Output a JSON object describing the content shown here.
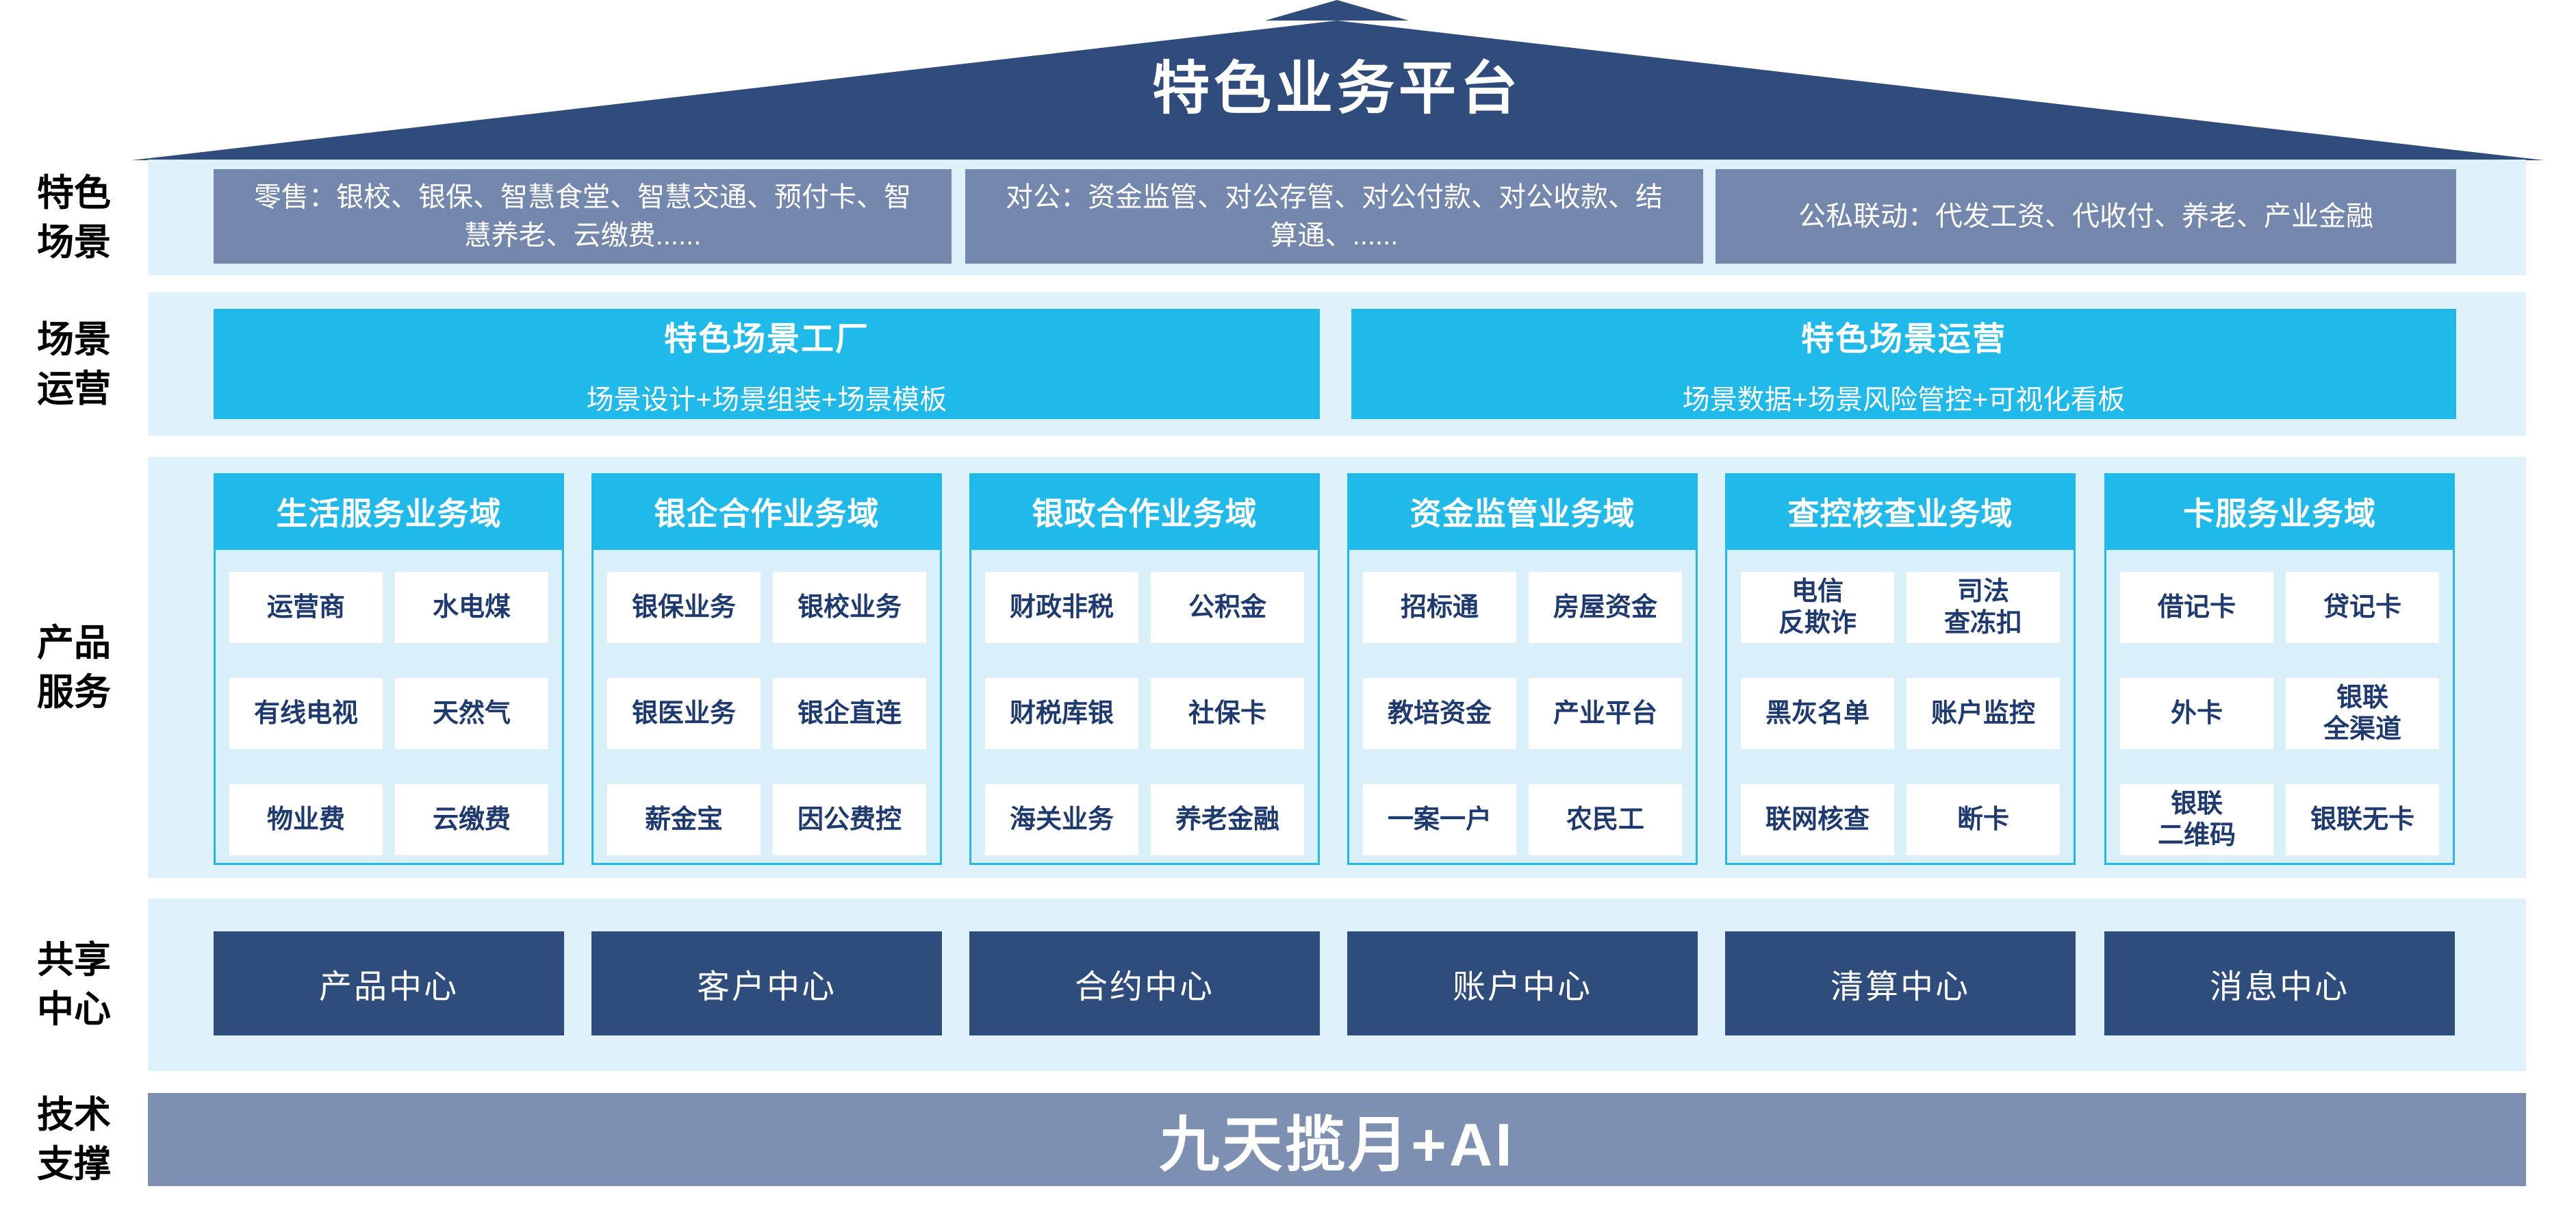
{
  "title": "特色业务平台",
  "side_labels": {
    "scenes": "特色\n场景",
    "operations": "场景\n运营",
    "products": "产品\n服务",
    "shared": "共享\n中心",
    "tech": "技术\n支撑"
  },
  "scene_row": {
    "items": [
      "零售：银校、银保、智慧食堂、智慧交通、预付卡、智慧养老、云缴费......",
      "对公：资金监管、对公存管、对公付款、对公收款、结算通、......",
      "公私联动：代发工资、代收付、养老、产业金融"
    ]
  },
  "operation_row": {
    "factory": {
      "title": "特色场景工厂",
      "subtitle": "场景设计+场景组装+场景模板"
    },
    "operation": {
      "title": "特色场景运营",
      "subtitle": "场景数据+场景风险管控+可视化看板"
    }
  },
  "product_row": {
    "columns": [
      {
        "header": "生活服务业务域",
        "cells": [
          "运营商",
          "水电煤",
          "有线电视",
          "天然气",
          "物业费",
          "云缴费"
        ]
      },
      {
        "header": "银企合作业务域",
        "cells": [
          "银保业务",
          "银校业务",
          "银医业务",
          "银企直连",
          "薪金宝",
          "因公费控"
        ]
      },
      {
        "header": "银政合作业务域",
        "cells": [
          "财政非税",
          "公积金",
          "财税库银",
          "社保卡",
          "海关业务",
          "养老金融"
        ]
      },
      {
        "header": "资金监管业务域",
        "cells": [
          "招标通",
          "房屋资金",
          "教培资金",
          "产业平台",
          "一案一户",
          "农民工"
        ]
      },
      {
        "header": "查控核查业务域",
        "cells": [
          "电信\n反欺诈",
          "司法\n查冻扣",
          "黑灰名单",
          "账户监控",
          "联网核查",
          "断卡"
        ]
      },
      {
        "header": "卡服务业务域",
        "cells": [
          "借记卡",
          "贷记卡",
          "外卡",
          "银联\n全渠道",
          "银联\n二维码",
          "银联无卡"
        ]
      }
    ]
  },
  "shared_row": {
    "items": [
      "产品中心",
      "客户中心",
      "合约中心",
      "账户中心",
      "清算中心",
      "消息中心"
    ]
  },
  "tech_bar": {
    "label": "九天揽月+AI"
  },
  "colors": {
    "roof_navy": "#2F4C7D",
    "center_navy": "#2E4C7C",
    "cyan": "#1FB9EA",
    "strip_blue": "#DFF1FB",
    "panel_blue": "#D9EFF9",
    "scene_slate": "#7488AD",
    "bar_slate": "#7E90B2",
    "cell_text_navy": "#1E3A6E"
  }
}
